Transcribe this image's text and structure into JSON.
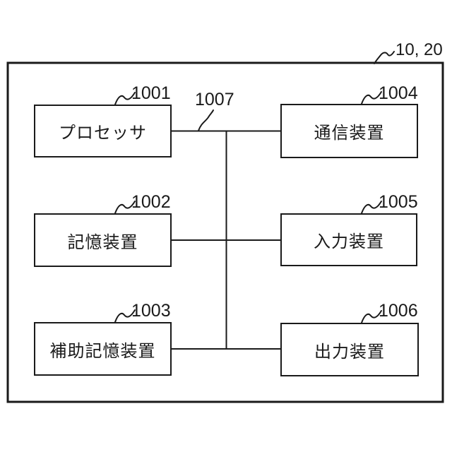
{
  "figure": {
    "outer_label": "10, 20",
    "bus": {
      "ref": "1007"
    },
    "boxes": [
      {
        "id": "processor",
        "label": "プロセッサ",
        "ref": "1001"
      },
      {
        "id": "storage",
        "label": "記憶装置",
        "ref": "1002"
      },
      {
        "id": "auxiliary-storage",
        "label": "補助記憶装置",
        "ref": "1003"
      },
      {
        "id": "communication",
        "label": "通信装置",
        "ref": "1004"
      },
      {
        "id": "input",
        "label": "入力装置",
        "ref": "1005"
      },
      {
        "id": "output",
        "label": "出力装置",
        "ref": "1006"
      }
    ],
    "colors": {
      "line": "#1a1a1a",
      "background": "#ffffff"
    }
  }
}
